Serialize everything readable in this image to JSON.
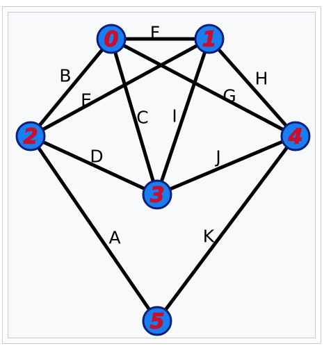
{
  "colors": {
    "node_fill": "#1a7df0",
    "node_stroke": "#0b1f7a",
    "node_label": "#c8102e",
    "edge": "#000000"
  },
  "nodes": [
    {
      "id": "0",
      "label": "0"
    },
    {
      "id": "1",
      "label": "1"
    },
    {
      "id": "2",
      "label": "2"
    },
    {
      "id": "3",
      "label": "3"
    },
    {
      "id": "4",
      "label": "4"
    },
    {
      "id": "5",
      "label": "5"
    }
  ],
  "edges": [
    {
      "label": "F",
      "from": "0",
      "to": "1"
    },
    {
      "label": "B",
      "from": "0",
      "to": "2"
    },
    {
      "label": "C",
      "from": "0",
      "to": "3"
    },
    {
      "label": "G",
      "from": "0",
      "to": "4"
    },
    {
      "label": "E",
      "from": "1",
      "to": "2"
    },
    {
      "label": "I",
      "from": "1",
      "to": "3"
    },
    {
      "label": "H",
      "from": "1",
      "to": "4"
    },
    {
      "label": "D",
      "from": "2",
      "to": "3"
    },
    {
      "label": "A",
      "from": "2",
      "to": "5"
    },
    {
      "label": "J",
      "from": "3",
      "to": "4"
    },
    {
      "label": "K",
      "from": "4",
      "to": "5"
    }
  ]
}
